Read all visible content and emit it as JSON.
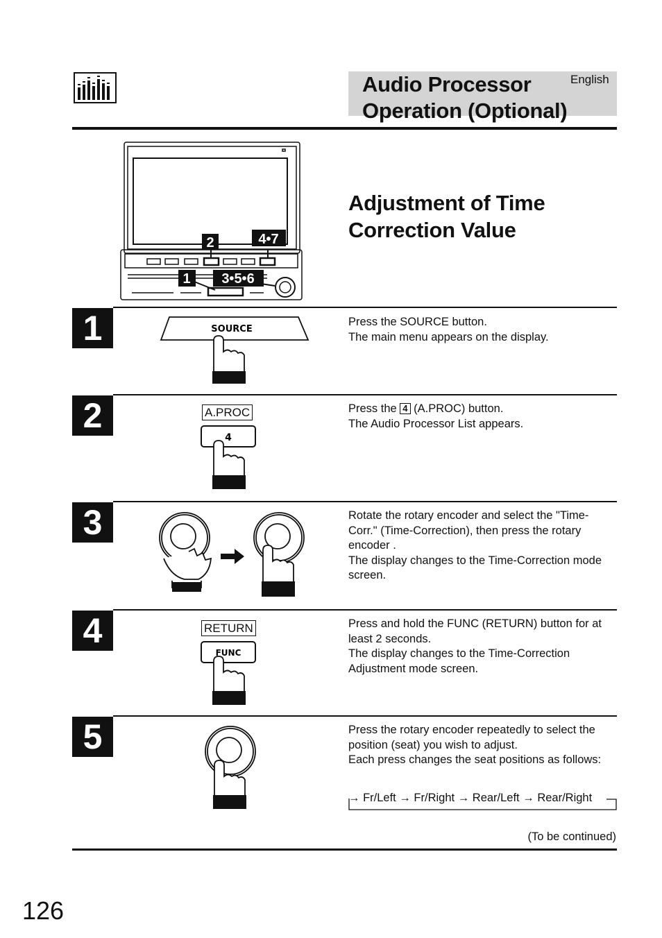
{
  "header": {
    "title_line1": "Audio Processor",
    "title_line2": "Operation (Optional)",
    "language": "English"
  },
  "section": {
    "title_line1": "Adjustment of Time",
    "title_line2": "Correction Value"
  },
  "device_labels": {
    "label_2": "2",
    "label_4_7": "4•7",
    "label_1": "1",
    "label_3_5_6": "3•5•6"
  },
  "steps": [
    {
      "number": "1",
      "button_label": "SOURCE",
      "text": "Press the SOURCE button.\nThe main menu appears on the display."
    },
    {
      "number": "2",
      "button_caption": "A.PROC",
      "button_label": "4",
      "text_before_key": "Press the ",
      "key": "4",
      "text_after_key": " (A.PROC) button.\nThe Audio Processor List appears."
    },
    {
      "number": "3",
      "text": "Rotate the rotary encoder and select the \"Time-Corr.\" (Time-Correction), then press the rotary encoder .\nThe display changes to the Time-Correction mode screen."
    },
    {
      "number": "4",
      "button_caption": "RETURN",
      "button_label": "FUNC",
      "text": "Press and hold the FUNC (RETURN) button for at least 2 seconds.\nThe display changes to the Time-Correction Adjustment mode screen."
    },
    {
      "number": "5",
      "text": "Press the rotary encoder repeatedly to select the position (seat) you wish to adjust.\nEach press changes the seat positions as follows:",
      "sequence": "→ Fr/Left → Fr/Right → Rear/Left → Rear/Right"
    }
  ],
  "continued": "(To be continued)",
  "page_number": "126"
}
